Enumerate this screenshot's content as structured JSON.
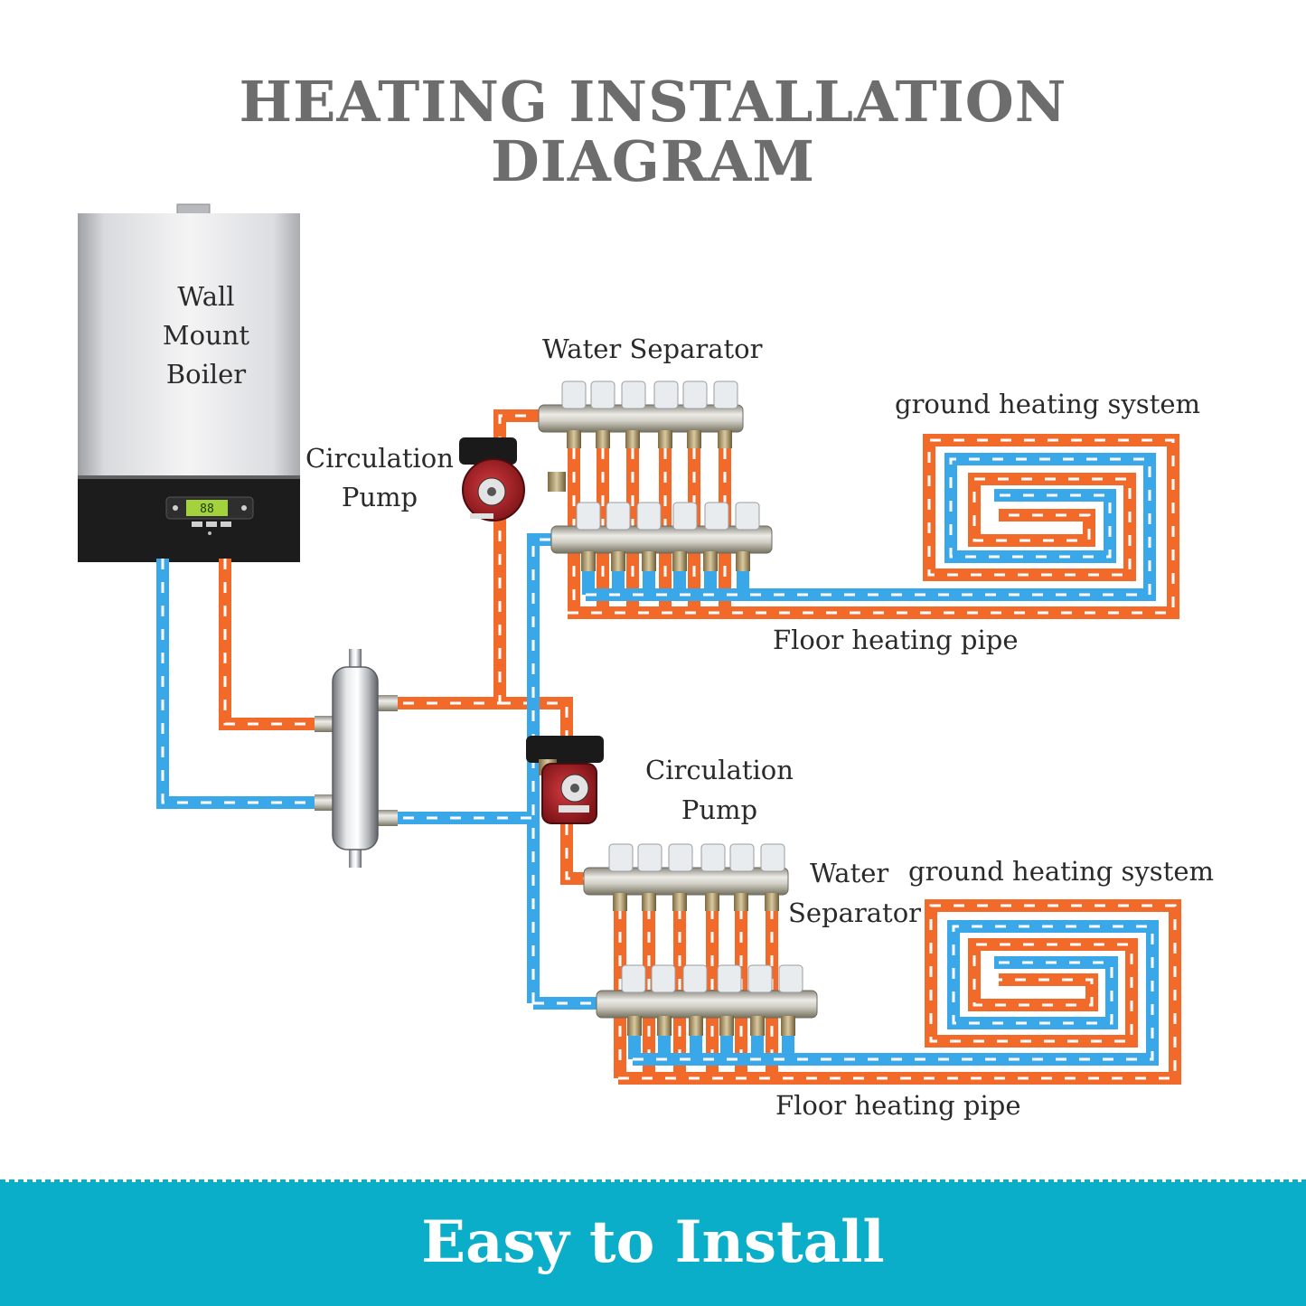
{
  "title": {
    "line1": "HEATING INSTALLATION",
    "line2": "DIAGRAM"
  },
  "labels": {
    "boiler": [
      "Wall",
      "Mount",
      "Boiler"
    ],
    "water_separator_top": "Water Separator",
    "ground_heating_top": "ground heating system",
    "pump_top": [
      "Circulation",
      "Pump"
    ],
    "floor_pipe_top": "Floor heating pipe",
    "pump_bottom": [
      "Circulation",
      "Pump"
    ],
    "water_separator_bottom": [
      "Water",
      "Separator"
    ],
    "ground_heating_bottom": "ground heating system",
    "floor_pipe_bottom": "Floor heating pipe"
  },
  "boiler_display": "88",
  "banner": {
    "text": "Easy to Install"
  },
  "colors": {
    "hot_pipe": "#f26a2a",
    "cold_pipe": "#3aa8e8",
    "banner": "#0aaec9",
    "title": "#6d6d6d"
  }
}
